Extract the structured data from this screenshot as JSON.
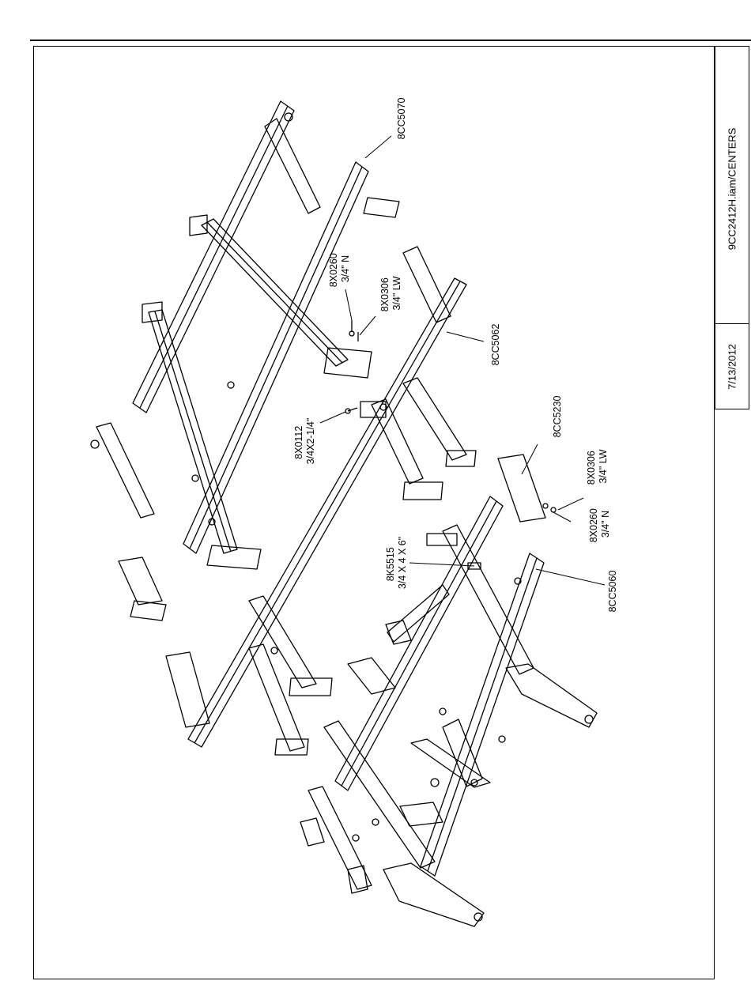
{
  "title_block": {
    "file_name": "9CC2412H.iam/CENTERS",
    "date": "7/13/2012"
  },
  "callouts": [
    {
      "id": "c1",
      "lines": [
        "8CC5070"
      ]
    },
    {
      "id": "c2",
      "lines": [
        "8X0260",
        "3/4\" N"
      ]
    },
    {
      "id": "c3",
      "lines": [
        "8X0306",
        "3/4\" LW"
      ]
    },
    {
      "id": "c4",
      "lines": [
        "8CC5062"
      ]
    },
    {
      "id": "c5",
      "lines": [
        "8X0112",
        "3/4X2-1/4\""
      ]
    },
    {
      "id": "c6",
      "lines": [
        "8CC5230"
      ]
    },
    {
      "id": "c7",
      "lines": [
        "8X0306",
        "3/4\" LW"
      ]
    },
    {
      "id": "c8",
      "lines": [
        "8X0260",
        "3/4\" N"
      ]
    },
    {
      "id": "c9",
      "lines": [
        "8K5515",
        "3/4 X 4 X 6\""
      ]
    },
    {
      "id": "c10",
      "lines": [
        "8CC5060"
      ]
    }
  ]
}
